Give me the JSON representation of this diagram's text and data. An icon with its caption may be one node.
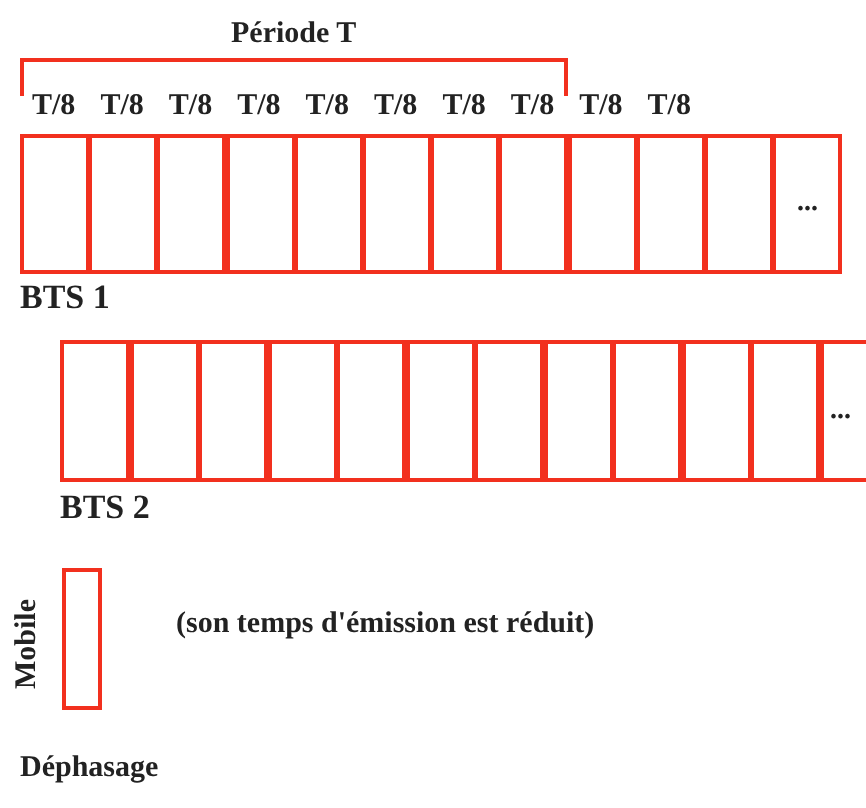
{
  "diagram": {
    "nodes": [
      {
        "text": [],
        "shape": "box"
      },
      {
        "text": [],
        "shape": "box"
      },
      {
        "text": [],
        "shape": "box"
      },
      {
        "text": [],
        "shape": "box"
      },
      {
        "text": [],
        "shape": "box"
      },
      {
        "text": [],
        "shape": "box"
      },
      {
        "text": [],
        "shape": "box"
      },
      {
        "text": [],
        "shape": "box"
      },
      {
        "text": [],
        "shape": "box"
      },
      {
        "text": [],
        "shape": "box"
      },
      {
        "text": [],
        "shape": "box"
      },
      {
        "text": [
          "..."
        ]
      },
      {
        "text": [],
        "shape": "box"
      },
      {
        "text": [],
        "shape": "box"
      },
      {
        "text": [],
        "shape": "box"
      },
      {
        "text": [],
        "shape": "box"
      },
      {
        "text": [],
        "shape": "box"
      },
      {
        "text": [],
        "shape": "box"
      },
      {
        "text": [],
        "shape": "box"
      },
      {
        "text": [],
        "shape": "box"
      },
      {
        "text": [],
        "shape": "box"
      },
      {
        "text": [],
        "shape": "box"
      },
      {
        "text": [],
        "shape": "box"
      },
      {
        "text": [
          "..."
        ]
      },
      {
        "text": [],
        "shape": "box",
        "beside": [
          "Mobile"
        ]
      }
    ],
    "labels": [
      "Période T",
      "T/8",
      "T/8",
      "T/8",
      "T/8",
      "T/8",
      "T/8",
      "T/8",
      "T/8",
      "T/8",
      "T/8",
      "BTS 1",
      "BTS 2",
      "(son temps d'émission est réduit)",
      "Déphasage"
    ]
  }
}
